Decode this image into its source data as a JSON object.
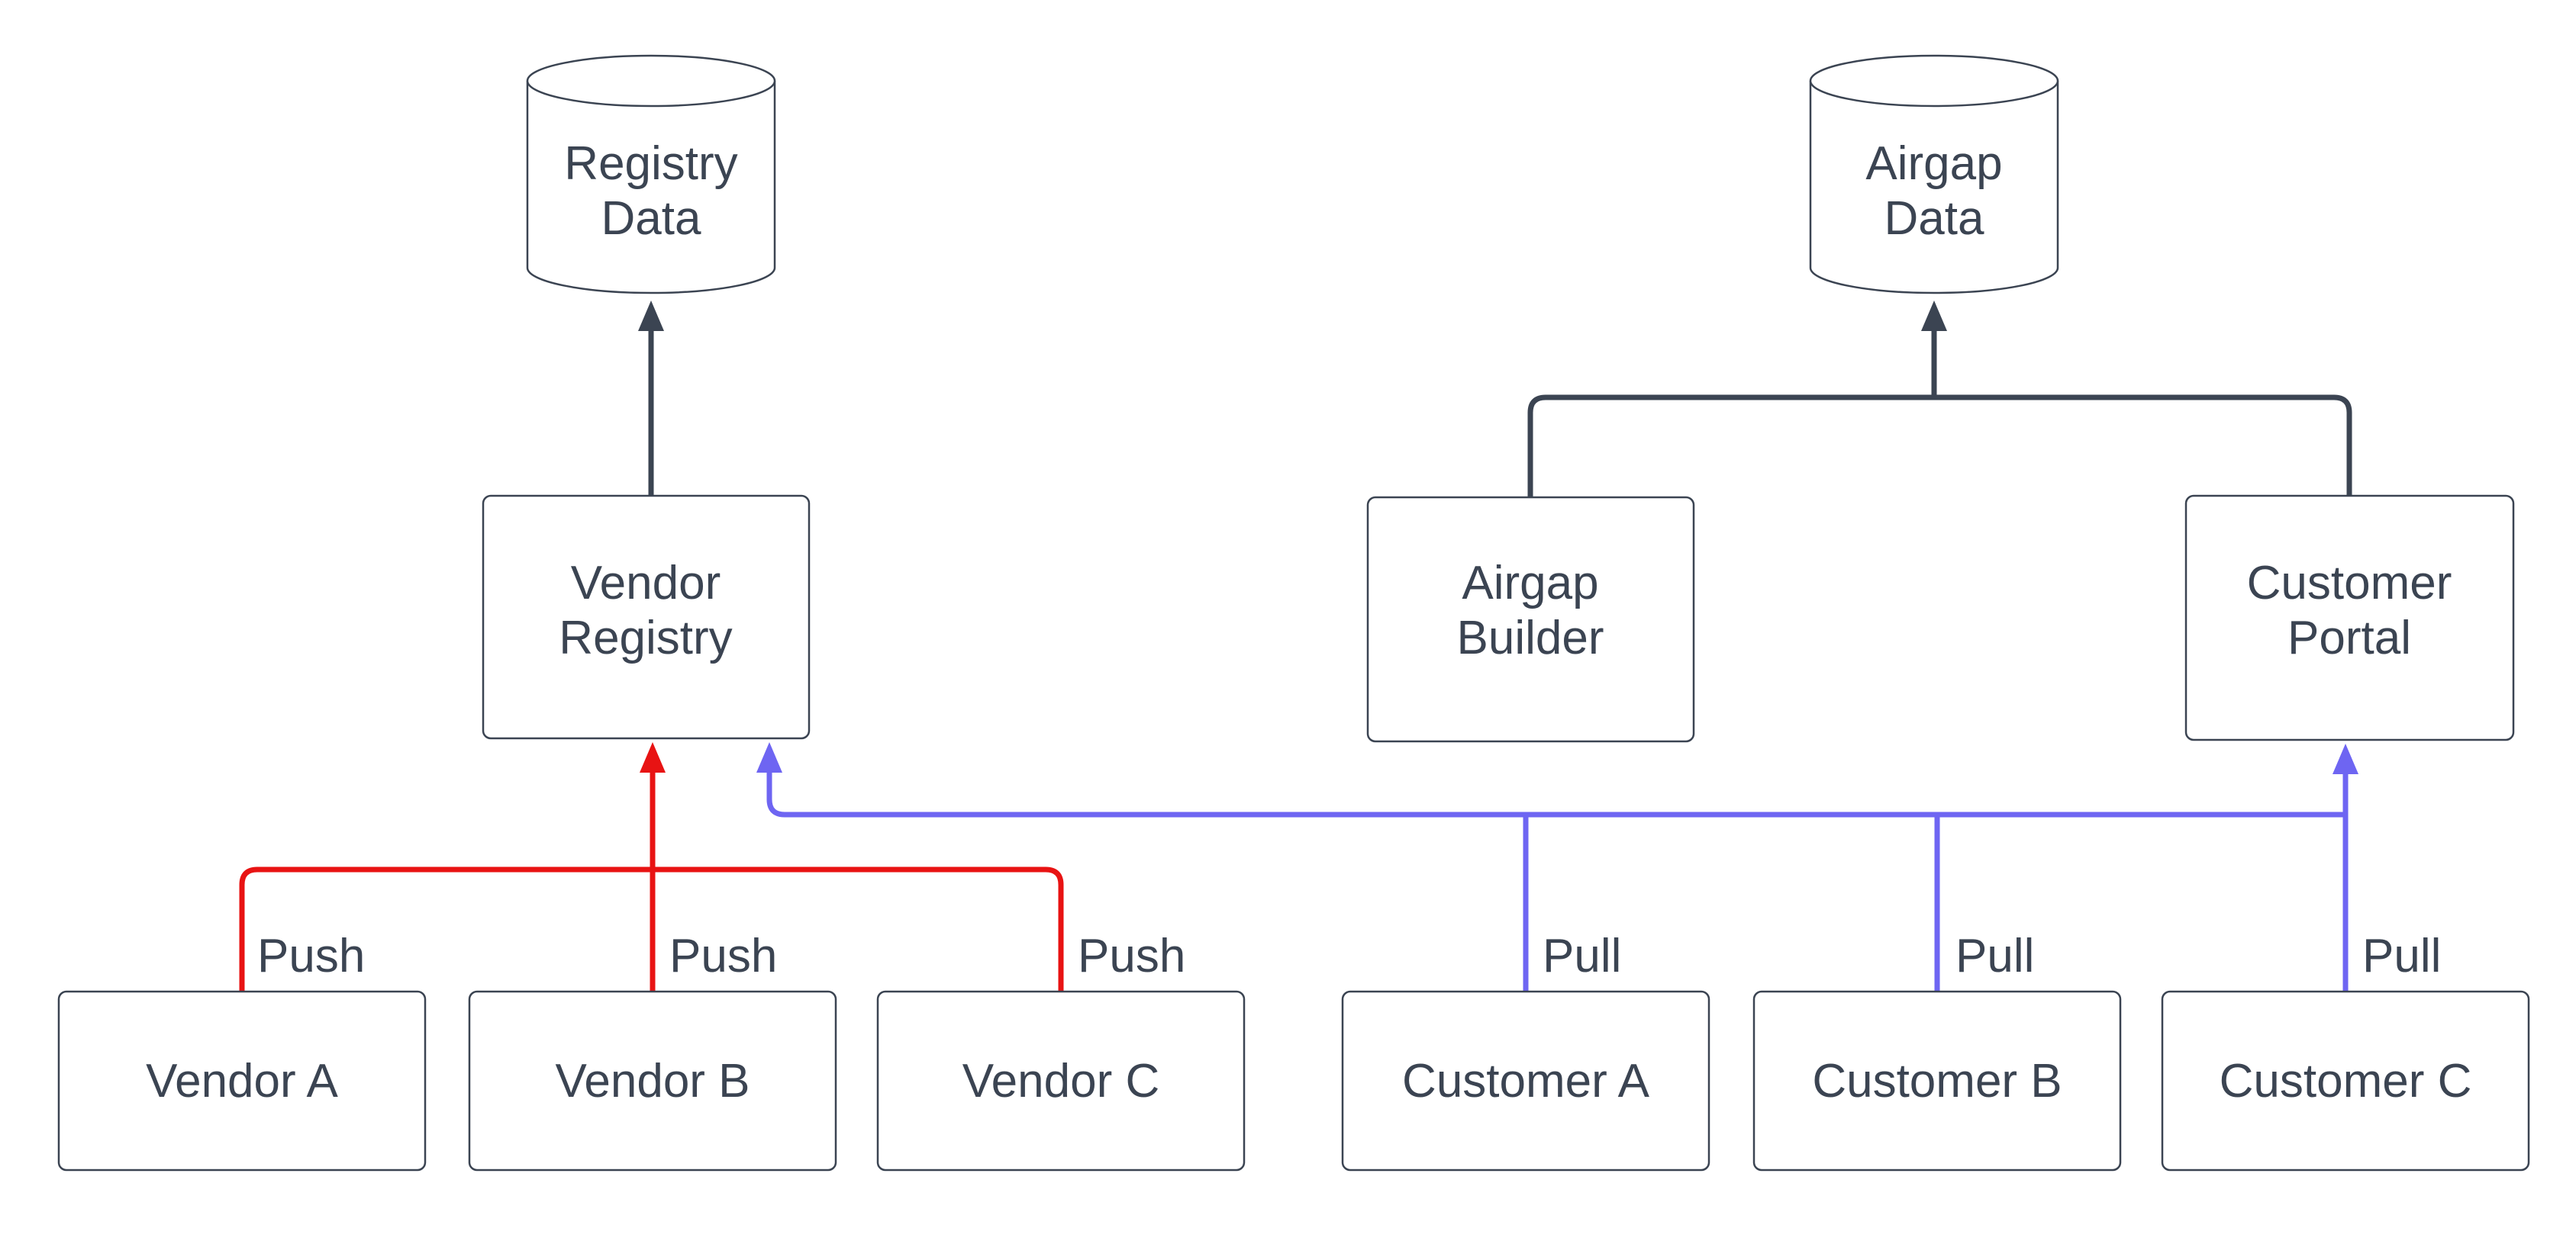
{
  "colors": {
    "background": "#ffffff",
    "node_border": "#3b4452",
    "text": "#3b4452",
    "flow": "#3b4452",
    "push": "#e81313",
    "pull": "#6e65f2"
  },
  "nodes": {
    "registry_data": {
      "shape": "cylinder",
      "lines": [
        "Registry",
        "Data"
      ]
    },
    "airgap_data": {
      "shape": "cylinder",
      "lines": [
        "Airgap",
        "Data"
      ]
    },
    "vendor_registry": {
      "shape": "rect",
      "lines": [
        "Vendor",
        "Registry"
      ]
    },
    "airgap_builder": {
      "shape": "rect",
      "lines": [
        "Airgap",
        "Builder"
      ]
    },
    "customer_portal": {
      "shape": "rect",
      "lines": [
        "Customer",
        "Portal"
      ]
    },
    "vendor_a": {
      "shape": "rect",
      "label": "Vendor A"
    },
    "vendor_b": {
      "shape": "rect",
      "label": "Vendor B"
    },
    "vendor_c": {
      "shape": "rect",
      "label": "Vendor C"
    },
    "customer_a": {
      "shape": "rect",
      "label": "Customer A"
    },
    "customer_b": {
      "shape": "rect",
      "label": "Customer B"
    },
    "customer_c": {
      "shape": "rect",
      "label": "Customer C"
    }
  },
  "edge_labels": {
    "push": "Push",
    "pull": "Pull"
  },
  "edges": [
    {
      "from": "vendor_registry",
      "to": "registry_data",
      "type": "flow"
    },
    {
      "from": "airgap_builder",
      "to": "airgap_data",
      "type": "flow"
    },
    {
      "from": "customer_portal",
      "to": "airgap_data",
      "type": "flow"
    },
    {
      "from": "vendor_a",
      "to": "vendor_registry",
      "type": "push",
      "label": "Push"
    },
    {
      "from": "vendor_b",
      "to": "vendor_registry",
      "type": "push",
      "label": "Push"
    },
    {
      "from": "vendor_c",
      "to": "vendor_registry",
      "type": "push",
      "label": "Push"
    },
    {
      "from": "customer_a",
      "to": "vendor_registry",
      "type": "pull",
      "label": "Pull"
    },
    {
      "from": "customer_b",
      "to": "vendor_registry",
      "type": "pull",
      "label": "Pull"
    },
    {
      "from": "customer_c",
      "to": "customer_portal",
      "type": "pull",
      "label": "Pull"
    }
  ]
}
